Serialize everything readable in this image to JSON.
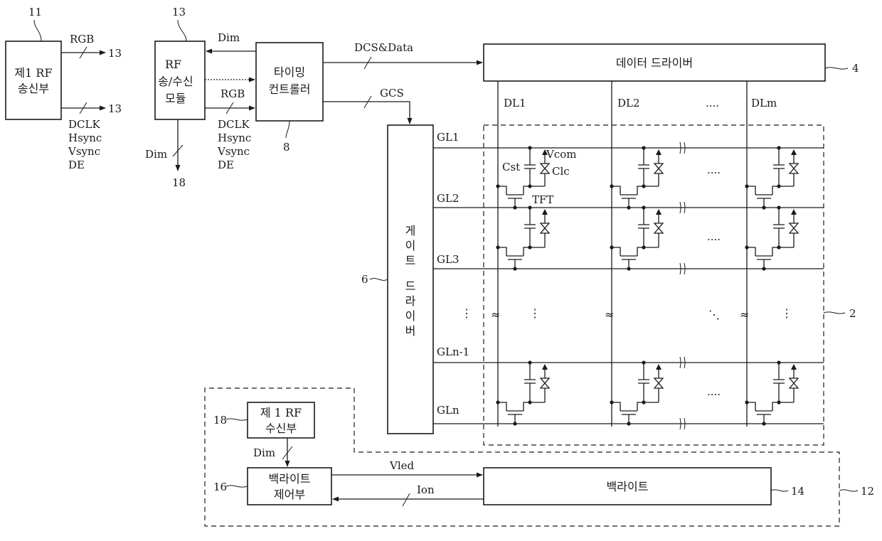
{
  "refs": {
    "tx": "11",
    "rf_module": "13",
    "rx": "18",
    "timing": "8",
    "gate": "6",
    "data_drv": "4",
    "panel": "2",
    "backlight_ctrl": "16",
    "backlight": "14",
    "bl_unit": "12",
    "rgb_target": "13",
    "sync_target": "13",
    "dim_target": "18"
  },
  "blocks": {
    "tx_line1": "제1 RF",
    "tx_line2": "송신부",
    "rf_line1": "RF",
    "rf_line2": "송/수신",
    "rf_line3": "모듈",
    "timing_line1": "타이밍",
    "timing_line2": "컨트롤러",
    "data_driver": "데이터 드라이버",
    "gate_driver": [
      "게",
      "이",
      "트",
      "드",
      "라",
      "이",
      "버"
    ],
    "rx_line1": "제 1 RF",
    "rx_line2": "수신부",
    "blc_line1": "백라이트",
    "blc_line2": "제어부",
    "backlight": "백라이트"
  },
  "signals": {
    "rgb": "RGB",
    "dclk": "DCLK",
    "hsync": "Hsync",
    "vsync": "Vsync",
    "de": "DE",
    "dim": "Dim",
    "dcs_data": "DCS&Data",
    "gcs": "GCS",
    "vled": "Vled",
    "ion": "Ion"
  },
  "data_lines": [
    "DL1",
    "DL2",
    "DLm"
  ],
  "gate_lines": [
    "GL1",
    "GL2",
    "GL3",
    "GLn-1",
    "GLn"
  ],
  "pixel_labels": {
    "cst": "Cst",
    "vcom": "Vcom",
    "clc": "Clc",
    "tft": "TFT"
  },
  "ellipsis_h": "....",
  "ellipsis_v": "⋮",
  "ellipsis_d": "⋱",
  "break_mark": "≈"
}
